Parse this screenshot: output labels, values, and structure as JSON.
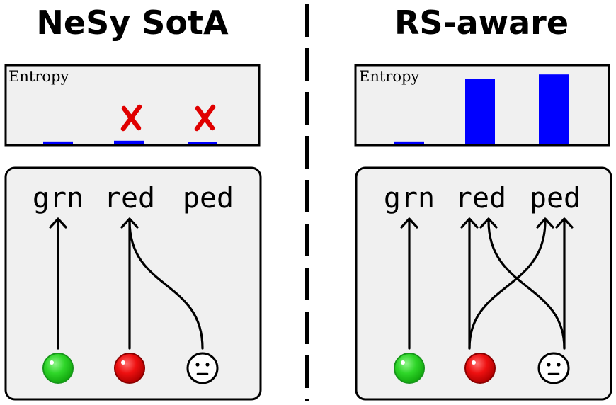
{
  "left": {
    "title": "NeSy SotA",
    "entropy_label": "Entropy",
    "concepts": [
      "grn",
      "red",
      "ped"
    ],
    "entropy_values": [
      0.04,
      0.05,
      0.03
    ],
    "x_marks": [
      false,
      true,
      true
    ]
  },
  "right": {
    "title": "RS-aware",
    "entropy_label": "Entropy",
    "concepts": [
      "grn",
      "red",
      "ped"
    ],
    "entropy_values": [
      0.04,
      0.89,
      0.95
    ],
    "x_marks": [
      false,
      false,
      false
    ]
  },
  "colors": {
    "bar": "#0000ff",
    "panel_fill": "#f0f0f0",
    "x_mark": "#e00000",
    "green_light": "#22c41e",
    "red_light": "#e50000"
  },
  "icons": [
    "green-light-icon",
    "red-light-icon",
    "pedestrian-face-icon"
  ]
}
